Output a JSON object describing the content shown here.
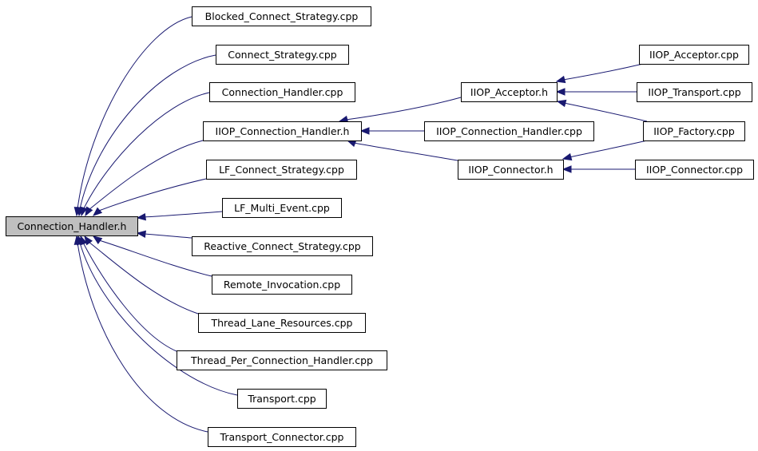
{
  "graph": {
    "colors": {
      "edge": "#191970",
      "node_fill": "#ffffff",
      "root_fill": "#bfbfbf",
      "node_border": "#000000"
    },
    "root": "Connection_Handler.h",
    "nodes": [
      {
        "id": "connection_handler_h",
        "label": "Connection_Handler.h",
        "root": true
      },
      {
        "id": "blocked_connect_strategy_cpp",
        "label": "Blocked_Connect_Strategy.cpp"
      },
      {
        "id": "connect_strategy_cpp",
        "label": "Connect_Strategy.cpp"
      },
      {
        "id": "connection_handler_cpp",
        "label": "Connection_Handler.cpp"
      },
      {
        "id": "iiop_connection_handler_h",
        "label": "IIOP_Connection_Handler.h"
      },
      {
        "id": "lf_connect_strategy_cpp",
        "label": "LF_Connect_Strategy.cpp"
      },
      {
        "id": "lf_multi_event_cpp",
        "label": "LF_Multi_Event.cpp"
      },
      {
        "id": "reactive_connect_strategy_cpp",
        "label": "Reactive_Connect_Strategy.cpp"
      },
      {
        "id": "remote_invocation_cpp",
        "label": "Remote_Invocation.cpp"
      },
      {
        "id": "thread_lane_resources_cpp",
        "label": "Thread_Lane_Resources.cpp"
      },
      {
        "id": "thread_per_connection_handler_cpp",
        "label": "Thread_Per_Connection_Handler.cpp"
      },
      {
        "id": "transport_cpp",
        "label": "Transport.cpp"
      },
      {
        "id": "transport_connector_cpp",
        "label": "Transport_Connector.cpp"
      },
      {
        "id": "iiop_acceptor_h",
        "label": "IIOP_Acceptor.h"
      },
      {
        "id": "iiop_connection_handler_cpp",
        "label": "IIOP_Connection_Handler.cpp"
      },
      {
        "id": "iiop_connector_h",
        "label": "IIOP_Connector.h"
      },
      {
        "id": "iiop_acceptor_cpp",
        "label": "IIOP_Acceptor.cpp"
      },
      {
        "id": "iiop_transport_cpp",
        "label": "IIOP_Transport.cpp"
      },
      {
        "id": "iiop_factory_cpp",
        "label": "IIOP_Factory.cpp"
      },
      {
        "id": "iiop_connector_cpp",
        "label": "IIOP_Connector.cpp"
      }
    ],
    "edges": [
      {
        "from": "blocked_connect_strategy_cpp",
        "to": "connection_handler_h"
      },
      {
        "from": "connect_strategy_cpp",
        "to": "connection_handler_h"
      },
      {
        "from": "connection_handler_cpp",
        "to": "connection_handler_h"
      },
      {
        "from": "iiop_connection_handler_h",
        "to": "connection_handler_h"
      },
      {
        "from": "lf_connect_strategy_cpp",
        "to": "connection_handler_h"
      },
      {
        "from": "lf_multi_event_cpp",
        "to": "connection_handler_h"
      },
      {
        "from": "reactive_connect_strategy_cpp",
        "to": "connection_handler_h"
      },
      {
        "from": "remote_invocation_cpp",
        "to": "connection_handler_h"
      },
      {
        "from": "thread_lane_resources_cpp",
        "to": "connection_handler_h"
      },
      {
        "from": "thread_per_connection_handler_cpp",
        "to": "connection_handler_h"
      },
      {
        "from": "transport_cpp",
        "to": "connection_handler_h"
      },
      {
        "from": "transport_connector_cpp",
        "to": "connection_handler_h"
      },
      {
        "from": "iiop_acceptor_h",
        "to": "iiop_connection_handler_h"
      },
      {
        "from": "iiop_connection_handler_cpp",
        "to": "iiop_connection_handler_h"
      },
      {
        "from": "iiop_connector_h",
        "to": "iiop_connection_handler_h"
      },
      {
        "from": "iiop_acceptor_cpp",
        "to": "iiop_acceptor_h"
      },
      {
        "from": "iiop_transport_cpp",
        "to": "iiop_acceptor_h"
      },
      {
        "from": "iiop_factory_cpp",
        "to": "iiop_acceptor_h"
      },
      {
        "from": "iiop_factory_cpp",
        "to": "iiop_connector_h"
      },
      {
        "from": "iiop_connector_cpp",
        "to": "iiop_connector_h"
      }
    ]
  }
}
